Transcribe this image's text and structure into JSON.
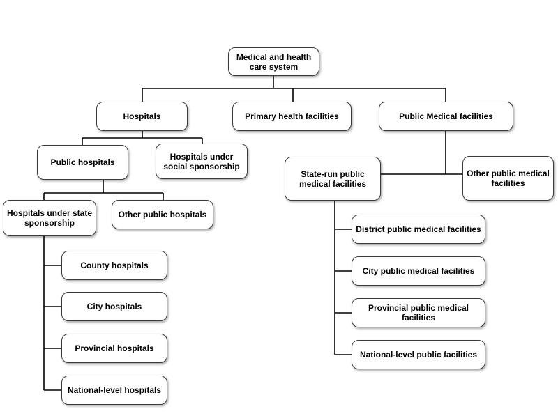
{
  "diagram": {
    "root": "Medical and health\ncare system",
    "level1": {
      "hospitals": "Hospitals",
      "primary": "Primary health facilities",
      "public_medical": "Public Medical facilities"
    },
    "hospitals_branch": {
      "public_hospitals": "Public hospitals",
      "social_sponsorship": "Hospitals under\nsocial sponsorship",
      "state_sponsorship": "Hospitals under state\nsponsorship",
      "other_public": "Other public hospitals",
      "state_children": [
        "County hospitals",
        "City hospitals",
        "Provincial hospitals",
        "National-level hospitals"
      ]
    },
    "public_medical_branch": {
      "state_run": "State-run public\nmedical facilities",
      "other_public_medical": "Other public medical\nfacilities",
      "state_run_children": [
        "District public medical facilities",
        "City public medical facilities",
        "Provincial public medical\nfacilities",
        "National-level public facilities"
      ]
    }
  }
}
